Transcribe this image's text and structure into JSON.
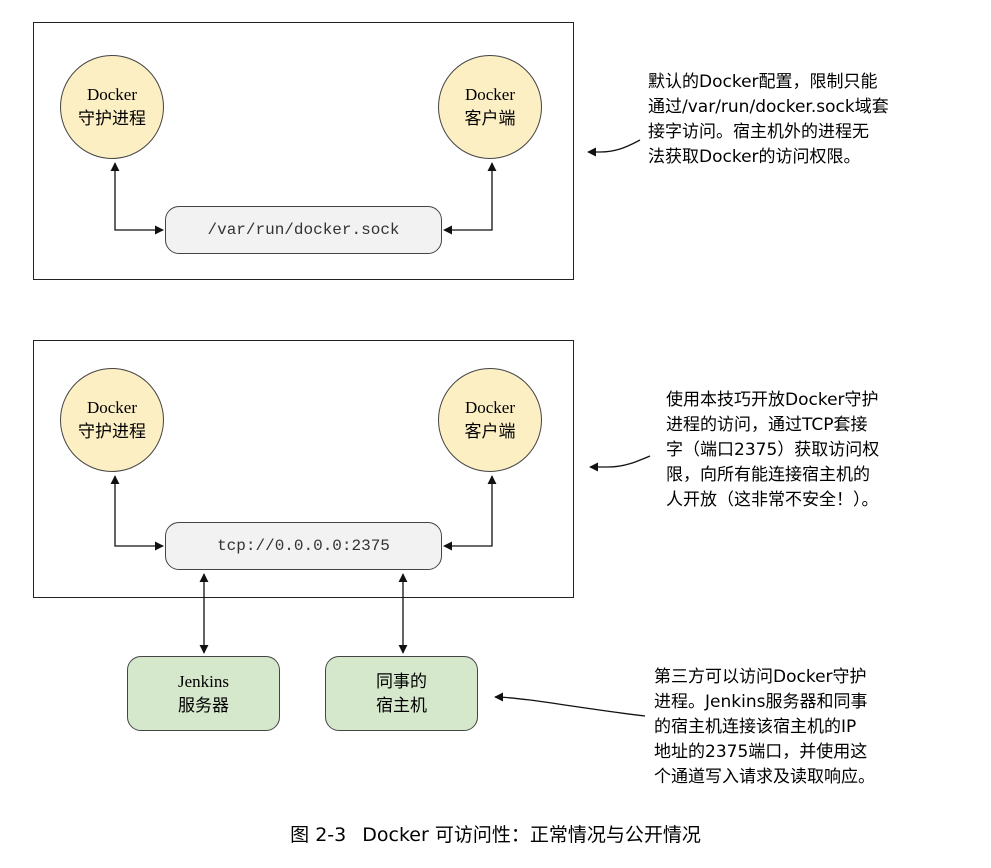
{
  "panel1": {
    "daemon": {
      "line1": "Docker",
      "line2": "守护进程"
    },
    "client": {
      "line1": "Docker",
      "line2": "客户端"
    },
    "socket": "/var/run/docker.sock",
    "note": [
      "默认的Docker配置，限制只能",
      "通过/var/run/docker.sock域套",
      "接字访问。宿主机外的进程无",
      "法获取Docker的访问权限。"
    ]
  },
  "panel2": {
    "daemon": {
      "line1": "Docker",
      "line2": "守护进程"
    },
    "client": {
      "line1": "Docker",
      "line2": "客户端"
    },
    "socket": "tcp://0.0.0.0:2375",
    "note": [
      "使用本技巧开放Docker守护",
      "进程的访问，通过TCP套接",
      "字（端口2375）获取访问权",
      "限，向所有能连接宿主机的",
      "人开放（这非常不安全！）。"
    ]
  },
  "third_party": {
    "jenkins": {
      "line1": "Jenkins",
      "line2": "服务器"
    },
    "colleague": {
      "line1": "同事的",
      "line2": "宿主机"
    },
    "note": [
      "第三方可以访问Docker守护",
      "进程。Jenkins服务器和同事",
      "的宿主机连接该宿主机的IP",
      "地址的2375端口，并使用这",
      "个通道写入请求及读取响应。"
    ]
  },
  "caption": {
    "number": "图 2-3",
    "text": "Docker 可访问性：正常情况与公开情况"
  }
}
